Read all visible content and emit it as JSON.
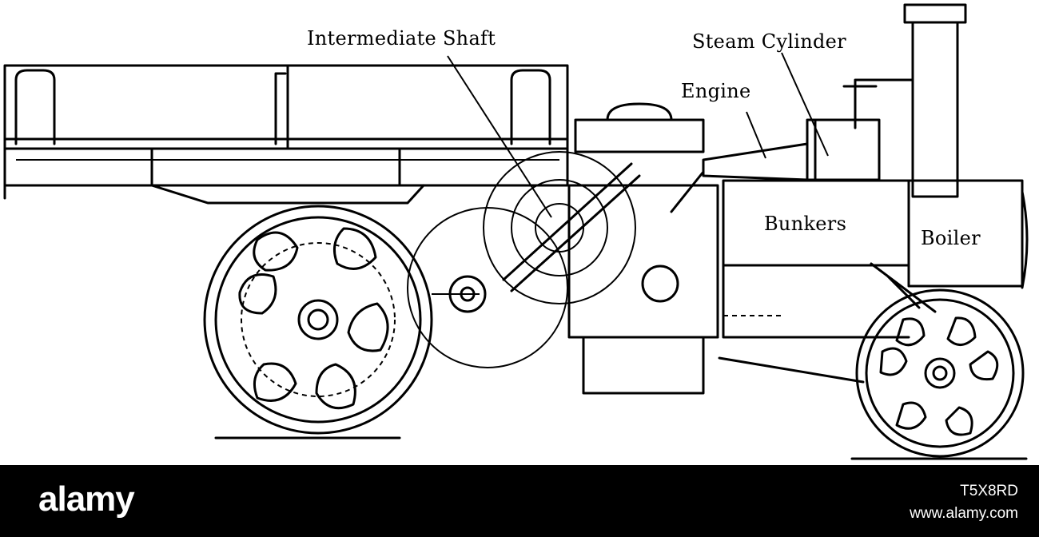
{
  "labels": {
    "intermediate_shaft": "Intermediate Shaft",
    "steam_cylinder": "Steam Cylinder",
    "engine": "Engine",
    "bunkers": "Bunkers",
    "boiler": "Boiler"
  },
  "footer": {
    "brand": "alamy",
    "image_id": "T5X8RD",
    "url": "www.alamy.com"
  },
  "colors": {
    "ink": "#000000",
    "paper": "#ffffff",
    "footer_bg": "#000000",
    "footer_text": "#ffffff"
  },
  "icons": [
    "alamy-logo"
  ]
}
